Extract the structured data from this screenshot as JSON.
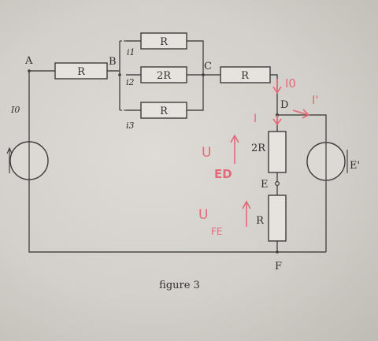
{
  "caption": "figure 3",
  "nodes": {
    "a": "A",
    "b": "B",
    "c": "C",
    "d": "D",
    "e": "E",
    "f": "F"
  },
  "resistors": {
    "ab": "R",
    "top": "R",
    "middle": "2R",
    "bottom": "R",
    "cd": "R",
    "de": "2R",
    "ef": "R"
  },
  "currents": {
    "i0": "I0",
    "i1": "i1",
    "i2": "i2",
    "i3": "i3"
  },
  "sources": {
    "right": "E'"
  },
  "annotations": {
    "i0_label": "I0",
    "i_prime_label": "I'",
    "i_label": "I",
    "u_ed": "U",
    "u_ed_sub": "ED",
    "u_fe": "U",
    "u_fe_sub": "FE"
  },
  "colors": {
    "ink": "#3c3c3c",
    "annotation": "#e36a7b",
    "paper": "#d8d5d0"
  }
}
